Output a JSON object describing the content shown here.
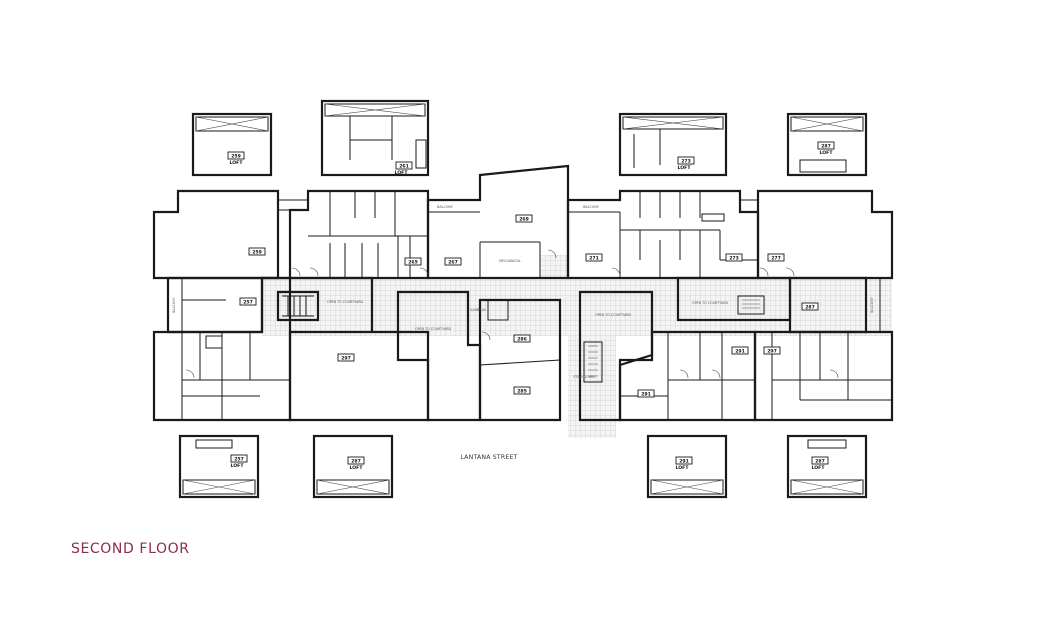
{
  "floor_title": "SECOND FLOOR",
  "street_label": "LANTANA STREET",
  "title_color": "#8c2c4c",
  "lofts": [
    {
      "unit": "259",
      "tag": "LOFT"
    },
    {
      "unit": "261",
      "tag": "LOFT"
    },
    {
      "unit": "273",
      "tag": "LOFT"
    },
    {
      "unit": "287",
      "tag": "LOFT"
    },
    {
      "unit": "257",
      "tag": "LOFT"
    },
    {
      "unit": "287",
      "tag": "LOFT"
    },
    {
      "unit": "291",
      "tag": "LOFT"
    },
    {
      "unit": "287",
      "tag": "LOFT"
    }
  ],
  "units": [
    "259",
    "265",
    "267",
    "269",
    "271",
    "273",
    "277",
    "257",
    "297",
    "287",
    "286",
    "285",
    "291",
    "297",
    "291"
  ],
  "labels": {
    "balcony_left": "BALCONY",
    "balcony_right": "BALCONY",
    "balcony_side_left": "BALCONY",
    "balcony_side_right": "BALCONY",
    "mechanical": "MECHANICAL",
    "garbage": "GARBAGE",
    "open_to_below": "OPEN TO COURTYARD",
    "stair": "STAIR DOWN"
  }
}
